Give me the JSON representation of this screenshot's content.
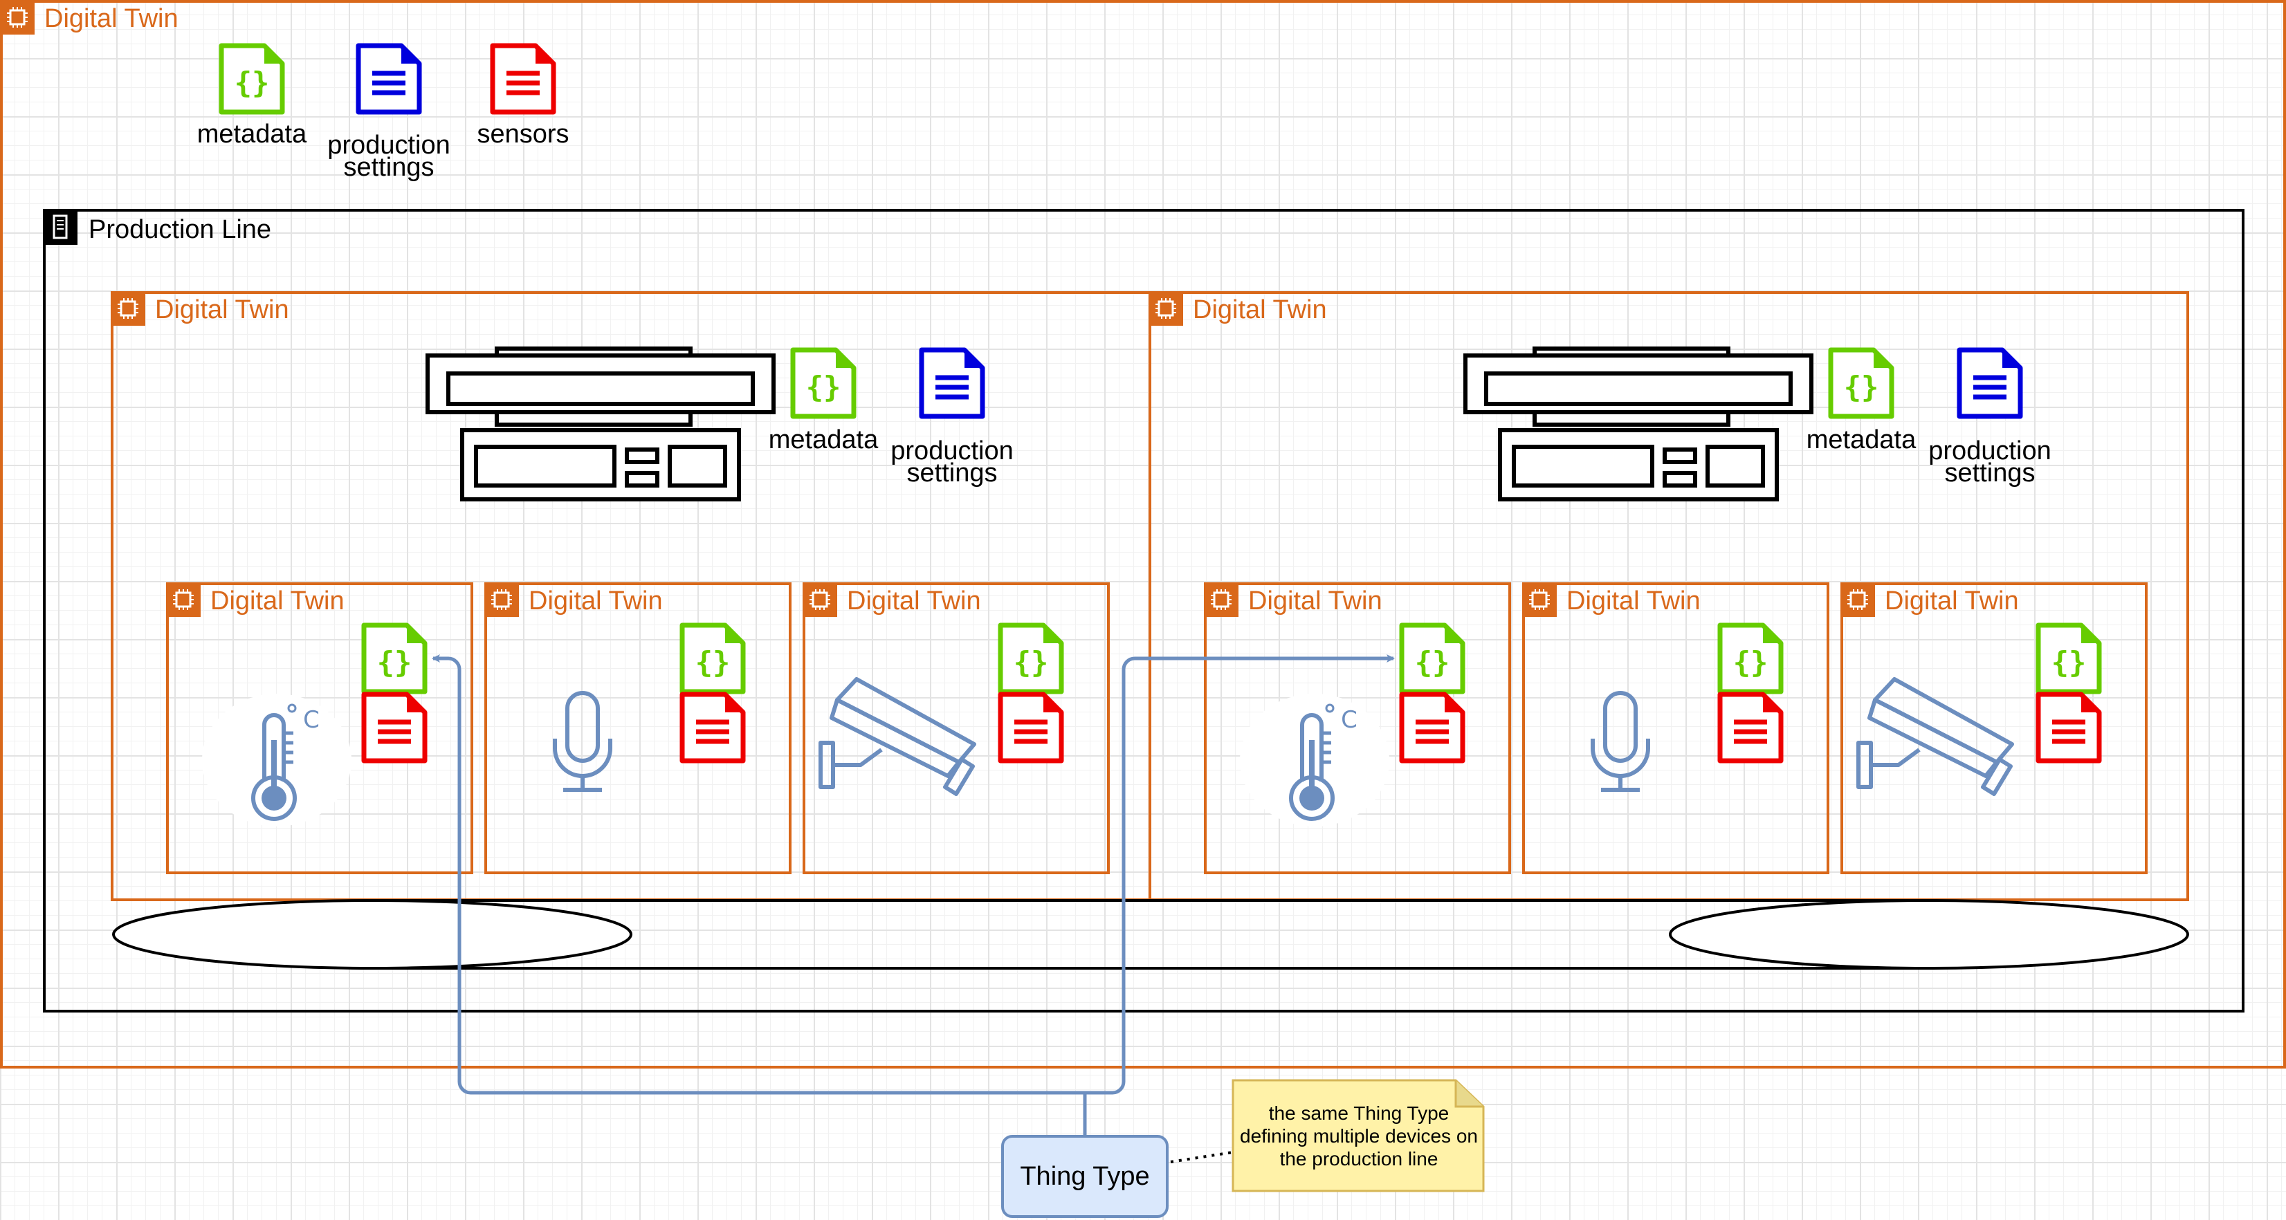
{
  "outer_twin": {
    "title": "Digital Twin"
  },
  "legend": {
    "metadata": "metadata",
    "production_settings": "production settings",
    "sensors": "sensors"
  },
  "production_line": {
    "title": "Production Line"
  },
  "machines": [
    {
      "title": "Digital Twin",
      "metadata": "metadata",
      "production_settings": "production settings",
      "sensors": [
        {
          "title": "Digital Twin"
        },
        {
          "title": "Digital Twin"
        },
        {
          "title": "Digital Twin"
        }
      ]
    },
    {
      "title": "Digital Twin",
      "metadata": "metadata",
      "production_settings": "production settings",
      "sensors": [
        {
          "title": "Digital Twin"
        },
        {
          "title": "Digital Twin"
        },
        {
          "title": "Digital Twin"
        }
      ]
    }
  ],
  "thing_type": {
    "label": "Thing Type"
  },
  "note": {
    "text": "the same Thing Type defining multiple devices on the production line"
  },
  "colors": {
    "twin_border": "#d9681a",
    "metadata_green": "#66cc00",
    "settings_blue": "#0000dd",
    "sensors_red": "#ee0000",
    "sensor_icon": "#6c8ebf",
    "thing_type_fill": "#dae8fc",
    "note_fill": "#fff2a8"
  }
}
